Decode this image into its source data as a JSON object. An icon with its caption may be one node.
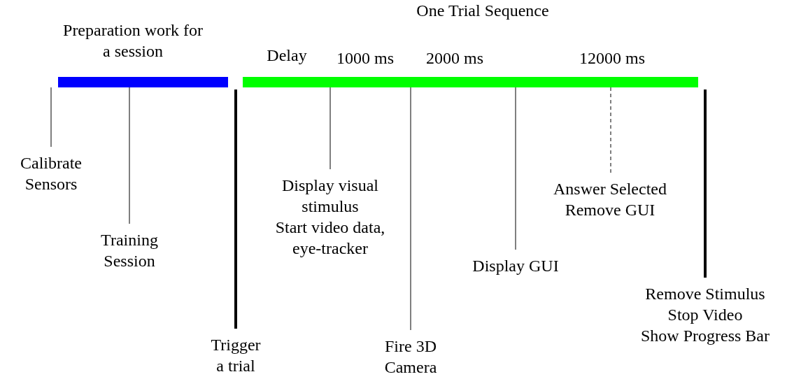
{
  "diagram": {
    "nodes": [
      {
        "text": [
          "Preparation work for a session"
        ]
      },
      {
        "text": [
          "One Trial Sequence"
        ]
      },
      {
        "text": [
          "Calibrate Sensors"
        ]
      },
      {
        "text": [
          "Training Session"
        ]
      },
      {
        "text": [
          "Trigger a trial"
        ]
      },
      {
        "text": [
          "Display visual stimulus",
          "Start video data, eye-tracker"
        ]
      },
      {
        "text": [
          "Fire 3D Camera"
        ]
      },
      {
        "text": [
          "Display GUI"
        ]
      },
      {
        "text": [
          "Answer Selected",
          "Remove GUI"
        ]
      },
      {
        "text": [
          "Remove Stimulus",
          "Stop Video",
          "Show Progress Bar"
        ]
      }
    ],
    "edges": [
      {
        "from": 0,
        "to": 2,
        "arrow": "none"
      },
      {
        "from": 0,
        "to": 3,
        "arrow": "none"
      },
      {
        "from": 0,
        "to": 4,
        "arrow": "none",
        "style": "thick"
      },
      {
        "from": 1,
        "to": 5,
        "arrow": "none"
      },
      {
        "from": 1,
        "to": 6,
        "arrow": "none"
      },
      {
        "from": 1,
        "to": 7,
        "arrow": "none"
      },
      {
        "from": 1,
        "to": 8,
        "arrow": "none",
        "style": "dashed"
      },
      {
        "from": 1,
        "to": 9,
        "arrow": "none",
        "style": "thick"
      }
    ],
    "labels": [
      "Delay",
      "1000 ms",
      "2000 ms",
      "12000 ms"
    ]
  }
}
